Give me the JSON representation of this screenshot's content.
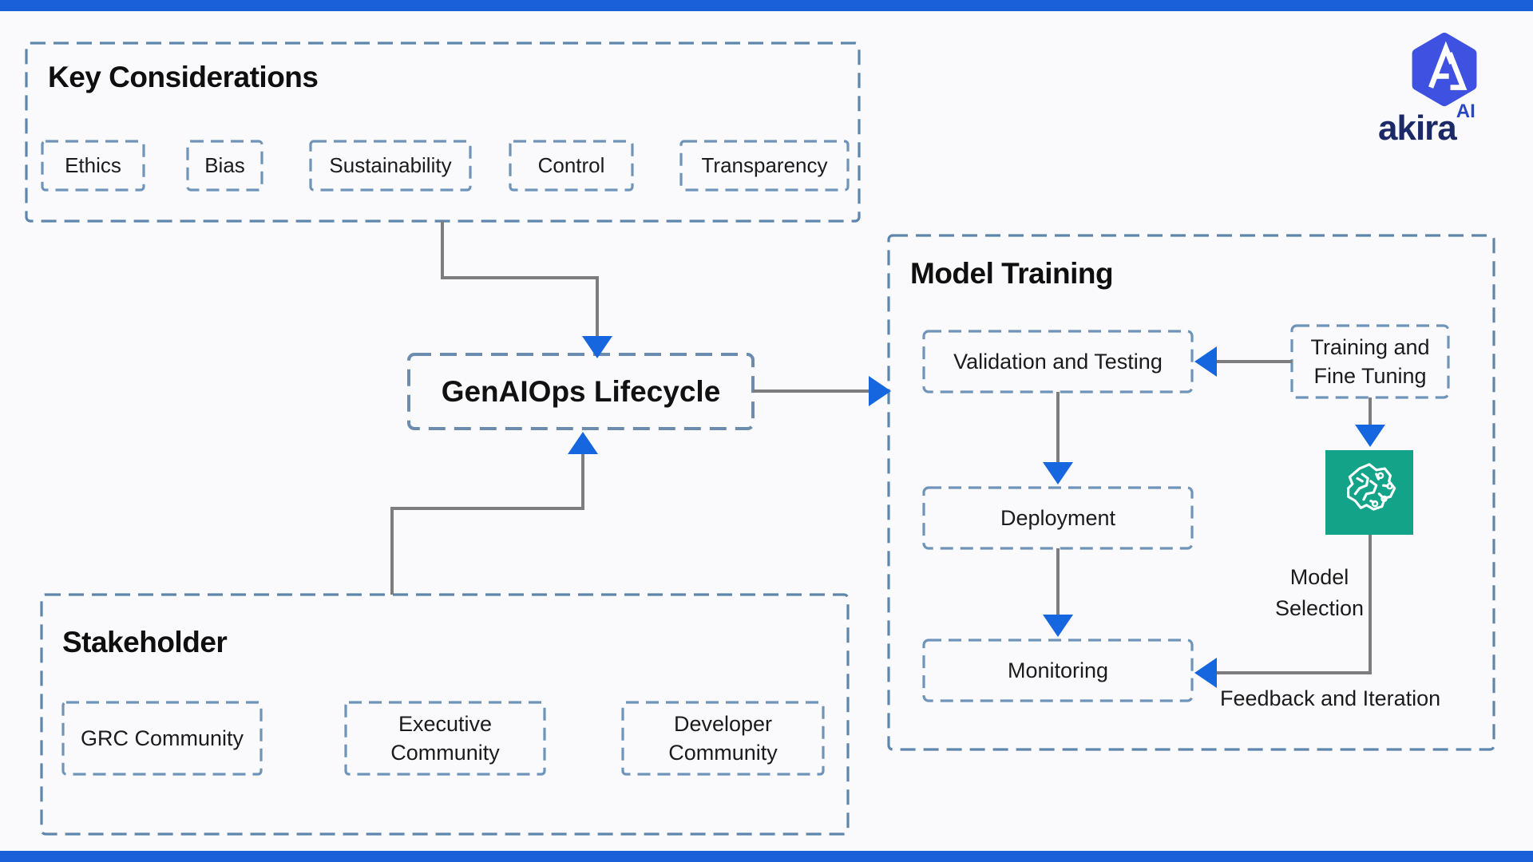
{
  "logo": {
    "brand": "akira",
    "superscript": "AI",
    "mark_icon": "akira-hexagon-icon",
    "hex_color": "#3F51E1",
    "brand_color": "#1B2A66"
  },
  "key_considerations": {
    "title": "Key Considerations",
    "items": [
      "Ethics",
      "Bias",
      "Sustainability",
      "Control",
      "Transparency"
    ]
  },
  "lifecycle": {
    "label": "GenAIOps Lifecycle"
  },
  "model_training": {
    "title": "Model Training",
    "validation": "Validation and Testing",
    "training": "Training and Fine Tuning",
    "deployment": "Deployment",
    "monitoring": "Monitoring",
    "model_selection": "Model Selection",
    "feedback": "Feedback and Iteration",
    "brain_icon": "ai-brain-circuit-icon",
    "brain_tile_color": "#12A389"
  },
  "stakeholder": {
    "title": "Stakeholder",
    "items": [
      "GRC Community",
      "Executive Community",
      "Developer Community"
    ]
  },
  "colors": {
    "band_blue": "#1A60D8",
    "arrow_blue": "#1566DF",
    "dash_group_blue": "#5E86AC",
    "dash_node_blue": "#6F94B9",
    "connector_gray": "#7D7D7D",
    "background": "#FAFAFC"
  }
}
